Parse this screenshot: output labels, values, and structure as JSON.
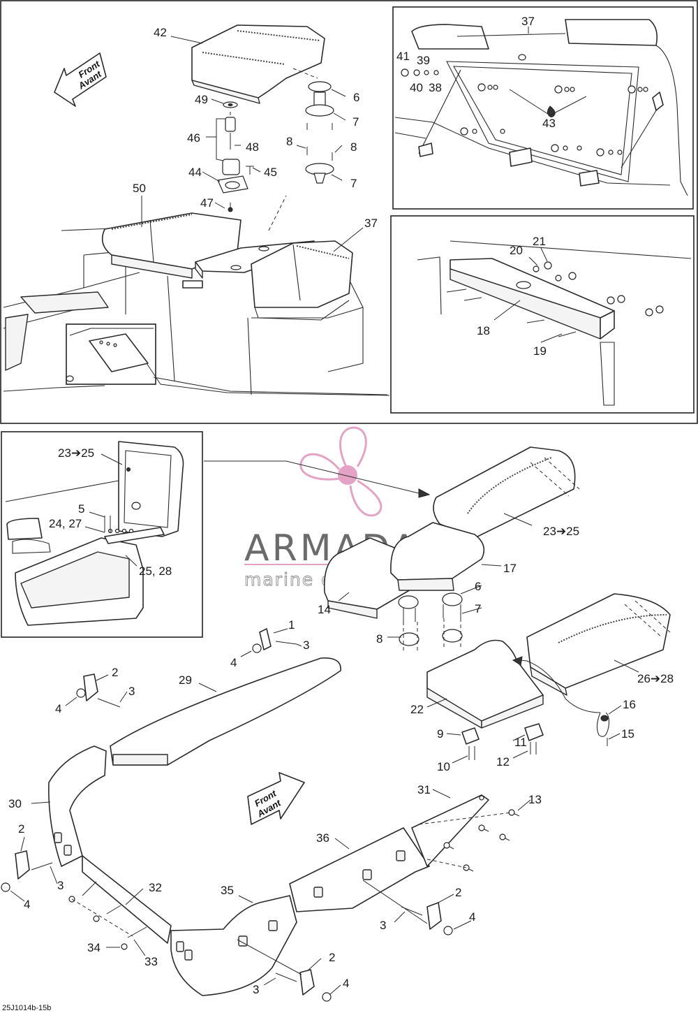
{
  "diagram_code": "25J1014b-15b",
  "direction_label": {
    "line1": "Front",
    "line2": "Avant"
  },
  "watermark": {
    "brand": "ARMADA",
    "tagline": "marine outboards",
    "accent_color": "#e4a3c4"
  },
  "callouts": {
    "p1": "1",
    "p2": "2",
    "p3": "3",
    "p4": "4",
    "p5": "5",
    "p6": "6",
    "p7": "7",
    "p8": "8",
    "p9": "9",
    "p10": "10",
    "p11": "11",
    "p12": "12",
    "p13": "13",
    "p14": "14",
    "p15": "15",
    "p16": "16",
    "p17": "17",
    "p18": "18",
    "p19": "19",
    "p20": "20",
    "p21": "21",
    "p22": "22",
    "p23_25": "23➔25",
    "p24_27": "24, 27",
    "p25_28": "25, 28",
    "p26_28": "26➔28",
    "p29": "29",
    "p30": "30",
    "p31": "31",
    "p32": "32",
    "p33": "33",
    "p34": "34",
    "p35": "35",
    "p36": "36",
    "p37": "37",
    "p38": "38",
    "p39": "39",
    "p40": "40",
    "p41": "41",
    "p42": "42",
    "p43": "43",
    "p44": "44",
    "p45": "45",
    "p46": "46",
    "p47": "47",
    "p48": "48",
    "p49": "49",
    "p50": "50"
  }
}
